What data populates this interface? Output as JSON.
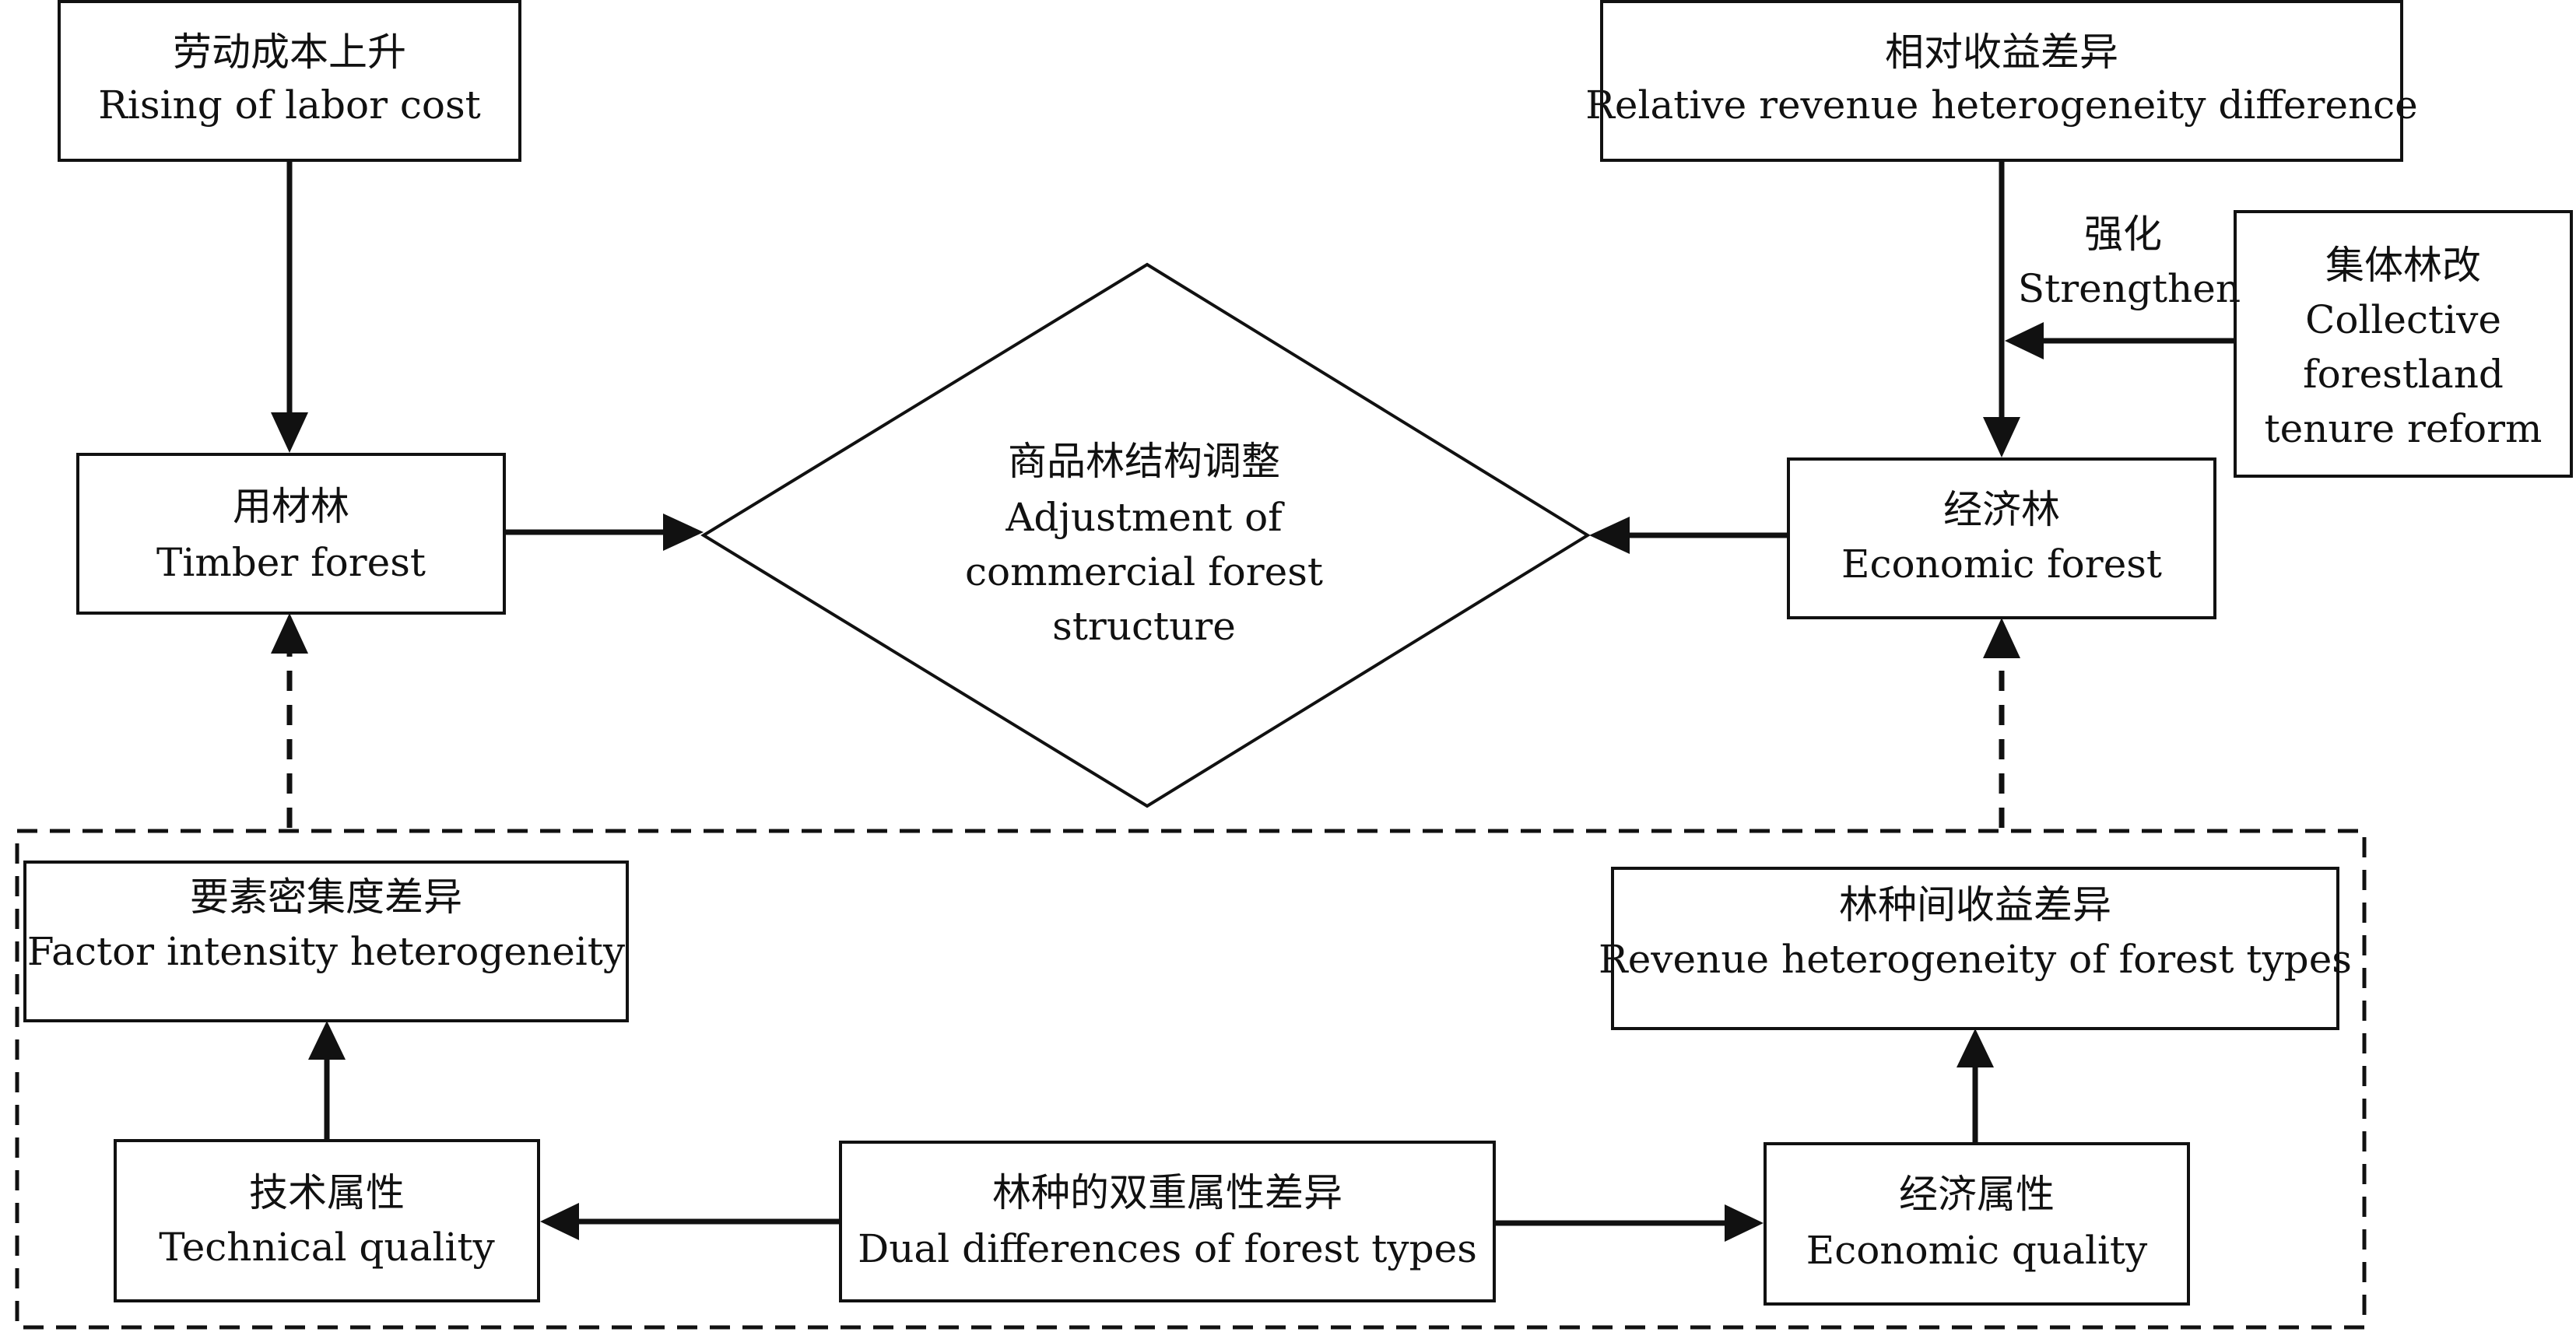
{
  "nodes": {
    "labor_cost": {
      "zh": "劳动成本上升",
      "en": "Rising of labor cost"
    },
    "relative_rev": {
      "zh": "相对收益差异",
      "en": "Relative revenue heterogeneity difference"
    },
    "strengthen": {
      "zh": "强化",
      "en": "Strengthen"
    },
    "collective": {
      "zh": "集体林改",
      "en1": "Collective",
      "en2": "forestland",
      "en3": "tenure reform"
    },
    "timber": {
      "zh": "用材林",
      "en": "Timber forest"
    },
    "adjustment": {
      "zh": "商品林结构调整",
      "en1": "Adjustment of",
      "en2": "commercial forest",
      "en3": "structure"
    },
    "economic_forest": {
      "zh": "经济林",
      "en": "Economic forest"
    },
    "factor": {
      "zh": "要素密集度差异",
      "en": "Factor intensity heterogeneity"
    },
    "revenue_types": {
      "zh": "林种间收益差异",
      "en": "Revenue heterogeneity of forest types"
    },
    "technical": {
      "zh": "技术属性",
      "en": "Technical quality"
    },
    "dual": {
      "zh": "林种的双重属性差异",
      "en": "Dual differences of forest types"
    },
    "economic_quality": {
      "zh": "经济属性",
      "en": "Economic quality"
    }
  }
}
